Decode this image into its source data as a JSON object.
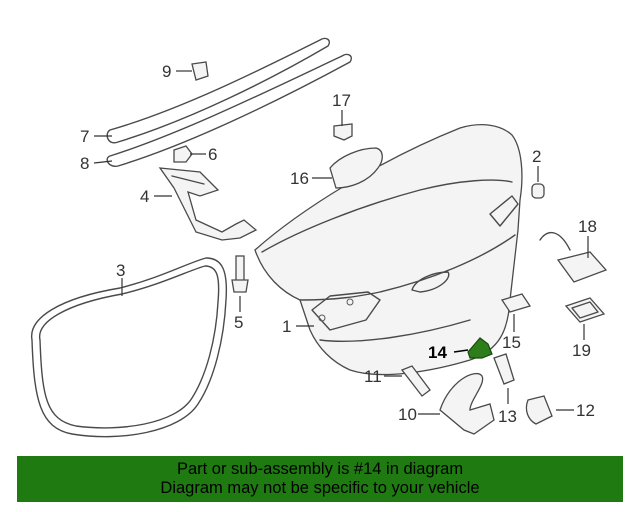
{
  "diagram": {
    "callouts": [
      {
        "id": "1",
        "label": "1"
      },
      {
        "id": "2",
        "label": "2"
      },
      {
        "id": "3",
        "label": "3"
      },
      {
        "id": "4",
        "label": "4"
      },
      {
        "id": "5",
        "label": "5"
      },
      {
        "id": "6",
        "label": "6"
      },
      {
        "id": "7",
        "label": "7"
      },
      {
        "id": "8",
        "label": "8"
      },
      {
        "id": "9",
        "label": "9"
      },
      {
        "id": "10",
        "label": "10"
      },
      {
        "id": "11",
        "label": "11"
      },
      {
        "id": "12",
        "label": "12"
      },
      {
        "id": "13",
        "label": "13"
      },
      {
        "id": "14",
        "label": "14",
        "highlighted": true
      },
      {
        "id": "15",
        "label": "15"
      },
      {
        "id": "16",
        "label": "16"
      },
      {
        "id": "17",
        "label": "17"
      },
      {
        "id": "18",
        "label": "18"
      },
      {
        "id": "19",
        "label": "19"
      }
    ],
    "highlight_color": "#2d7d1a"
  },
  "banner": {
    "line1": "Part or sub-assembly is #14 in diagram",
    "line2": "Diagram may not be specific to your vehicle",
    "background": "#1f7a12"
  }
}
